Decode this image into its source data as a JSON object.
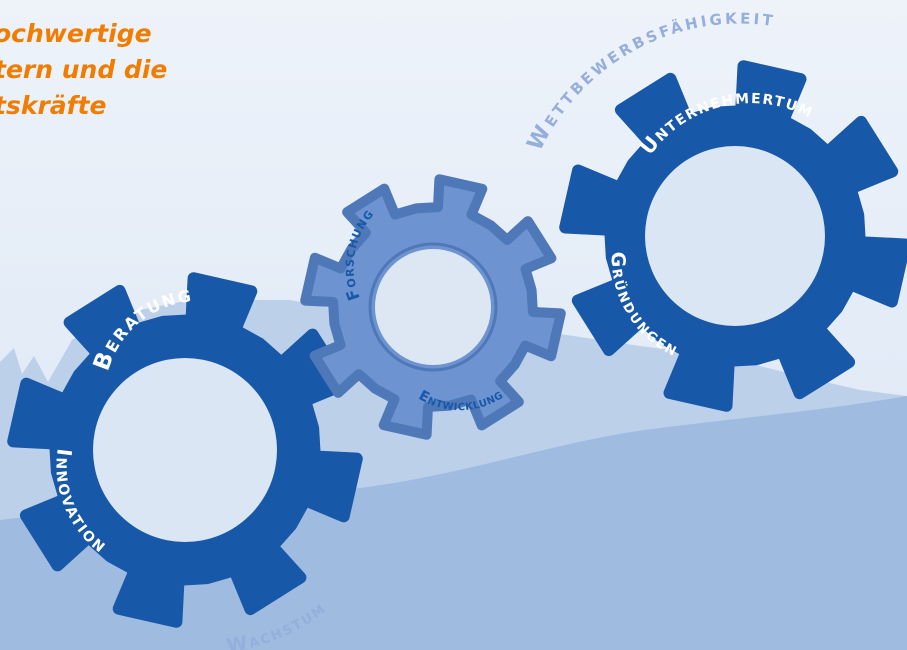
{
  "headline": {
    "lines": [
      "ochwertige",
      "tern und die",
      "tskräfte"
    ],
    "color": "#f07d00"
  },
  "colors": {
    "gear_dark": "#1758a8",
    "gear_light": "#6d94d0",
    "gear_light_outline": "#4f78b8",
    "gear_hole_light": "#dde7f4",
    "gear_hole_dark": "#dbe6f4",
    "word_on_gear": "#ffffff",
    "word_light_gear": "#1758a8",
    "word_background": "#95aedb",
    "sky_top": "#eef3fa",
    "sky_bottom": "#d9e5f4",
    "hill_back": "#bcd0ea",
    "hill_front": "#9fbbe0"
  },
  "gears": [
    {
      "name": "gear-beratung",
      "style": "dark",
      "words": [
        "Beratung",
        "Innovation"
      ]
    },
    {
      "name": "gear-forschung",
      "style": "light",
      "words": [
        "Forschung",
        "Entwicklung"
      ]
    },
    {
      "name": "gear-unternehmertum",
      "style": "dark",
      "words": [
        "Unternehmertum",
        "Gründungen"
      ]
    }
  ],
  "background_words": [
    "Wettbewerbsfähigkeit",
    "Wachstum"
  ]
}
